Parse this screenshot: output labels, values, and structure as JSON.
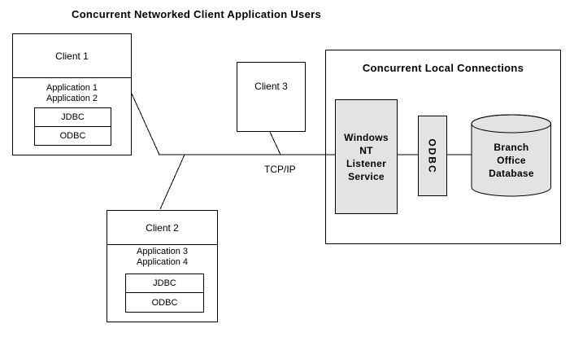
{
  "title": "Concurrent Networked Client Application Users",
  "network": {
    "protocol_label": "TCP/IP"
  },
  "clients": [
    {
      "name": "Client 1",
      "applications": [
        "Application 1",
        "Application 2"
      ],
      "drivers": [
        "JDBC",
        "ODBC"
      ]
    },
    {
      "name": "Client 2",
      "applications": [
        "Application 3",
        "Application 4"
      ],
      "drivers": [
        "JDBC",
        "ODBC"
      ]
    },
    {
      "name": "Client 3"
    }
  ],
  "server_box": {
    "title": "Concurrent Local Connections",
    "listener_lines": [
      "Windows",
      "NT",
      "Listener",
      "Service"
    ],
    "odbc_label": "ODBC",
    "database_lines": [
      "Branch",
      "Office",
      "Database"
    ]
  },
  "colors": {
    "background": "#ffffff",
    "stroke": "#000000",
    "component_fill": "#e3e3e3",
    "text": "#000000"
  }
}
